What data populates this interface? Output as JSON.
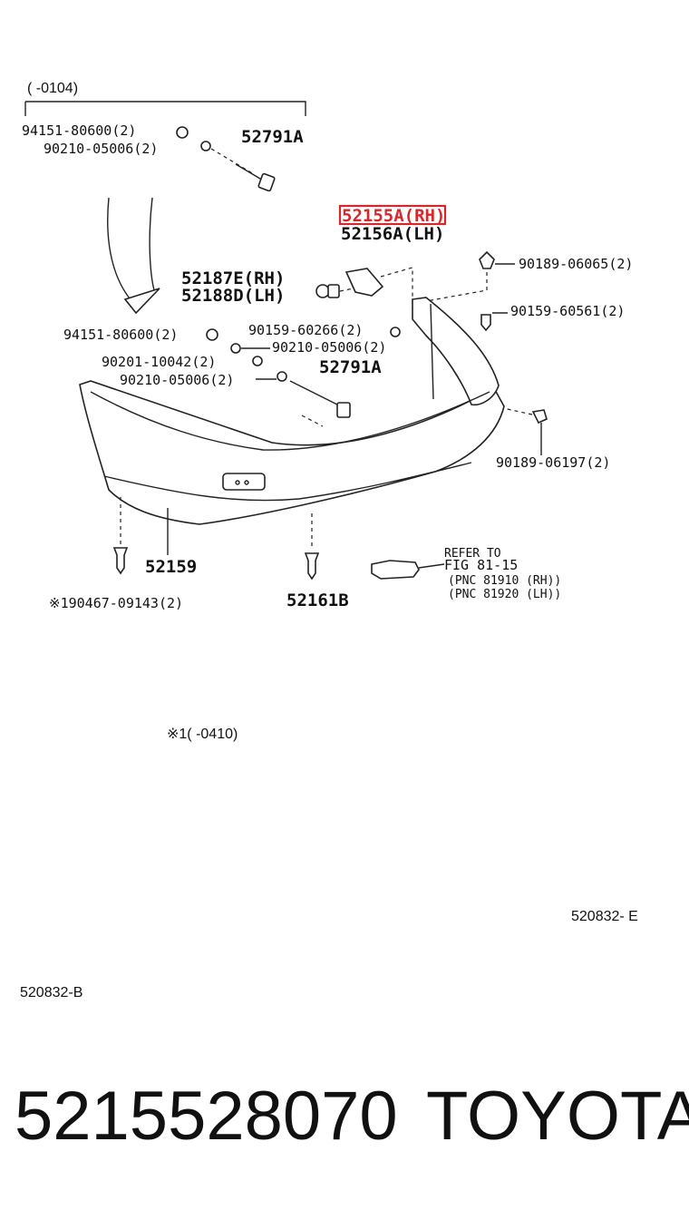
{
  "diagram": {
    "header_range": "(        -0104)",
    "labels": {
      "p1": "94151-80600(2)",
      "p2": "90210-05006(2)",
      "p3": "52791A",
      "p4": "52155A(RH)",
      "p5": "52156A(LH)",
      "p6": "90189-06065(2)",
      "p7": "52187E(RH)",
      "p8": "52188D(LH)",
      "p9": "90159-60561(2)",
      "p10": "94151-80600(2)",
      "p11": "90159-60266(2)",
      "p12": "90210-05006(2)",
      "p13": "90201-10042(2)",
      "p14": "90210-05006(2)",
      "p15": "52791A",
      "p16": "90189-06197(2)",
      "p17": "52159",
      "p18": "52161B",
      "p19": "※190467-09143(2)",
      "refer1": "REFER TO",
      "refer2": "FIG  81-15",
      "refer3": "(PNC  81910 (RH))",
      "refer4": "(PNC  81920 (LH))"
    },
    "footnote": "※1(        -0410)",
    "code_e": "520832- E",
    "code_b": "520832-B",
    "highlight_color": "#d9262b"
  },
  "footer": {
    "part_number": "5215528070",
    "brand": "TOYOTA"
  }
}
